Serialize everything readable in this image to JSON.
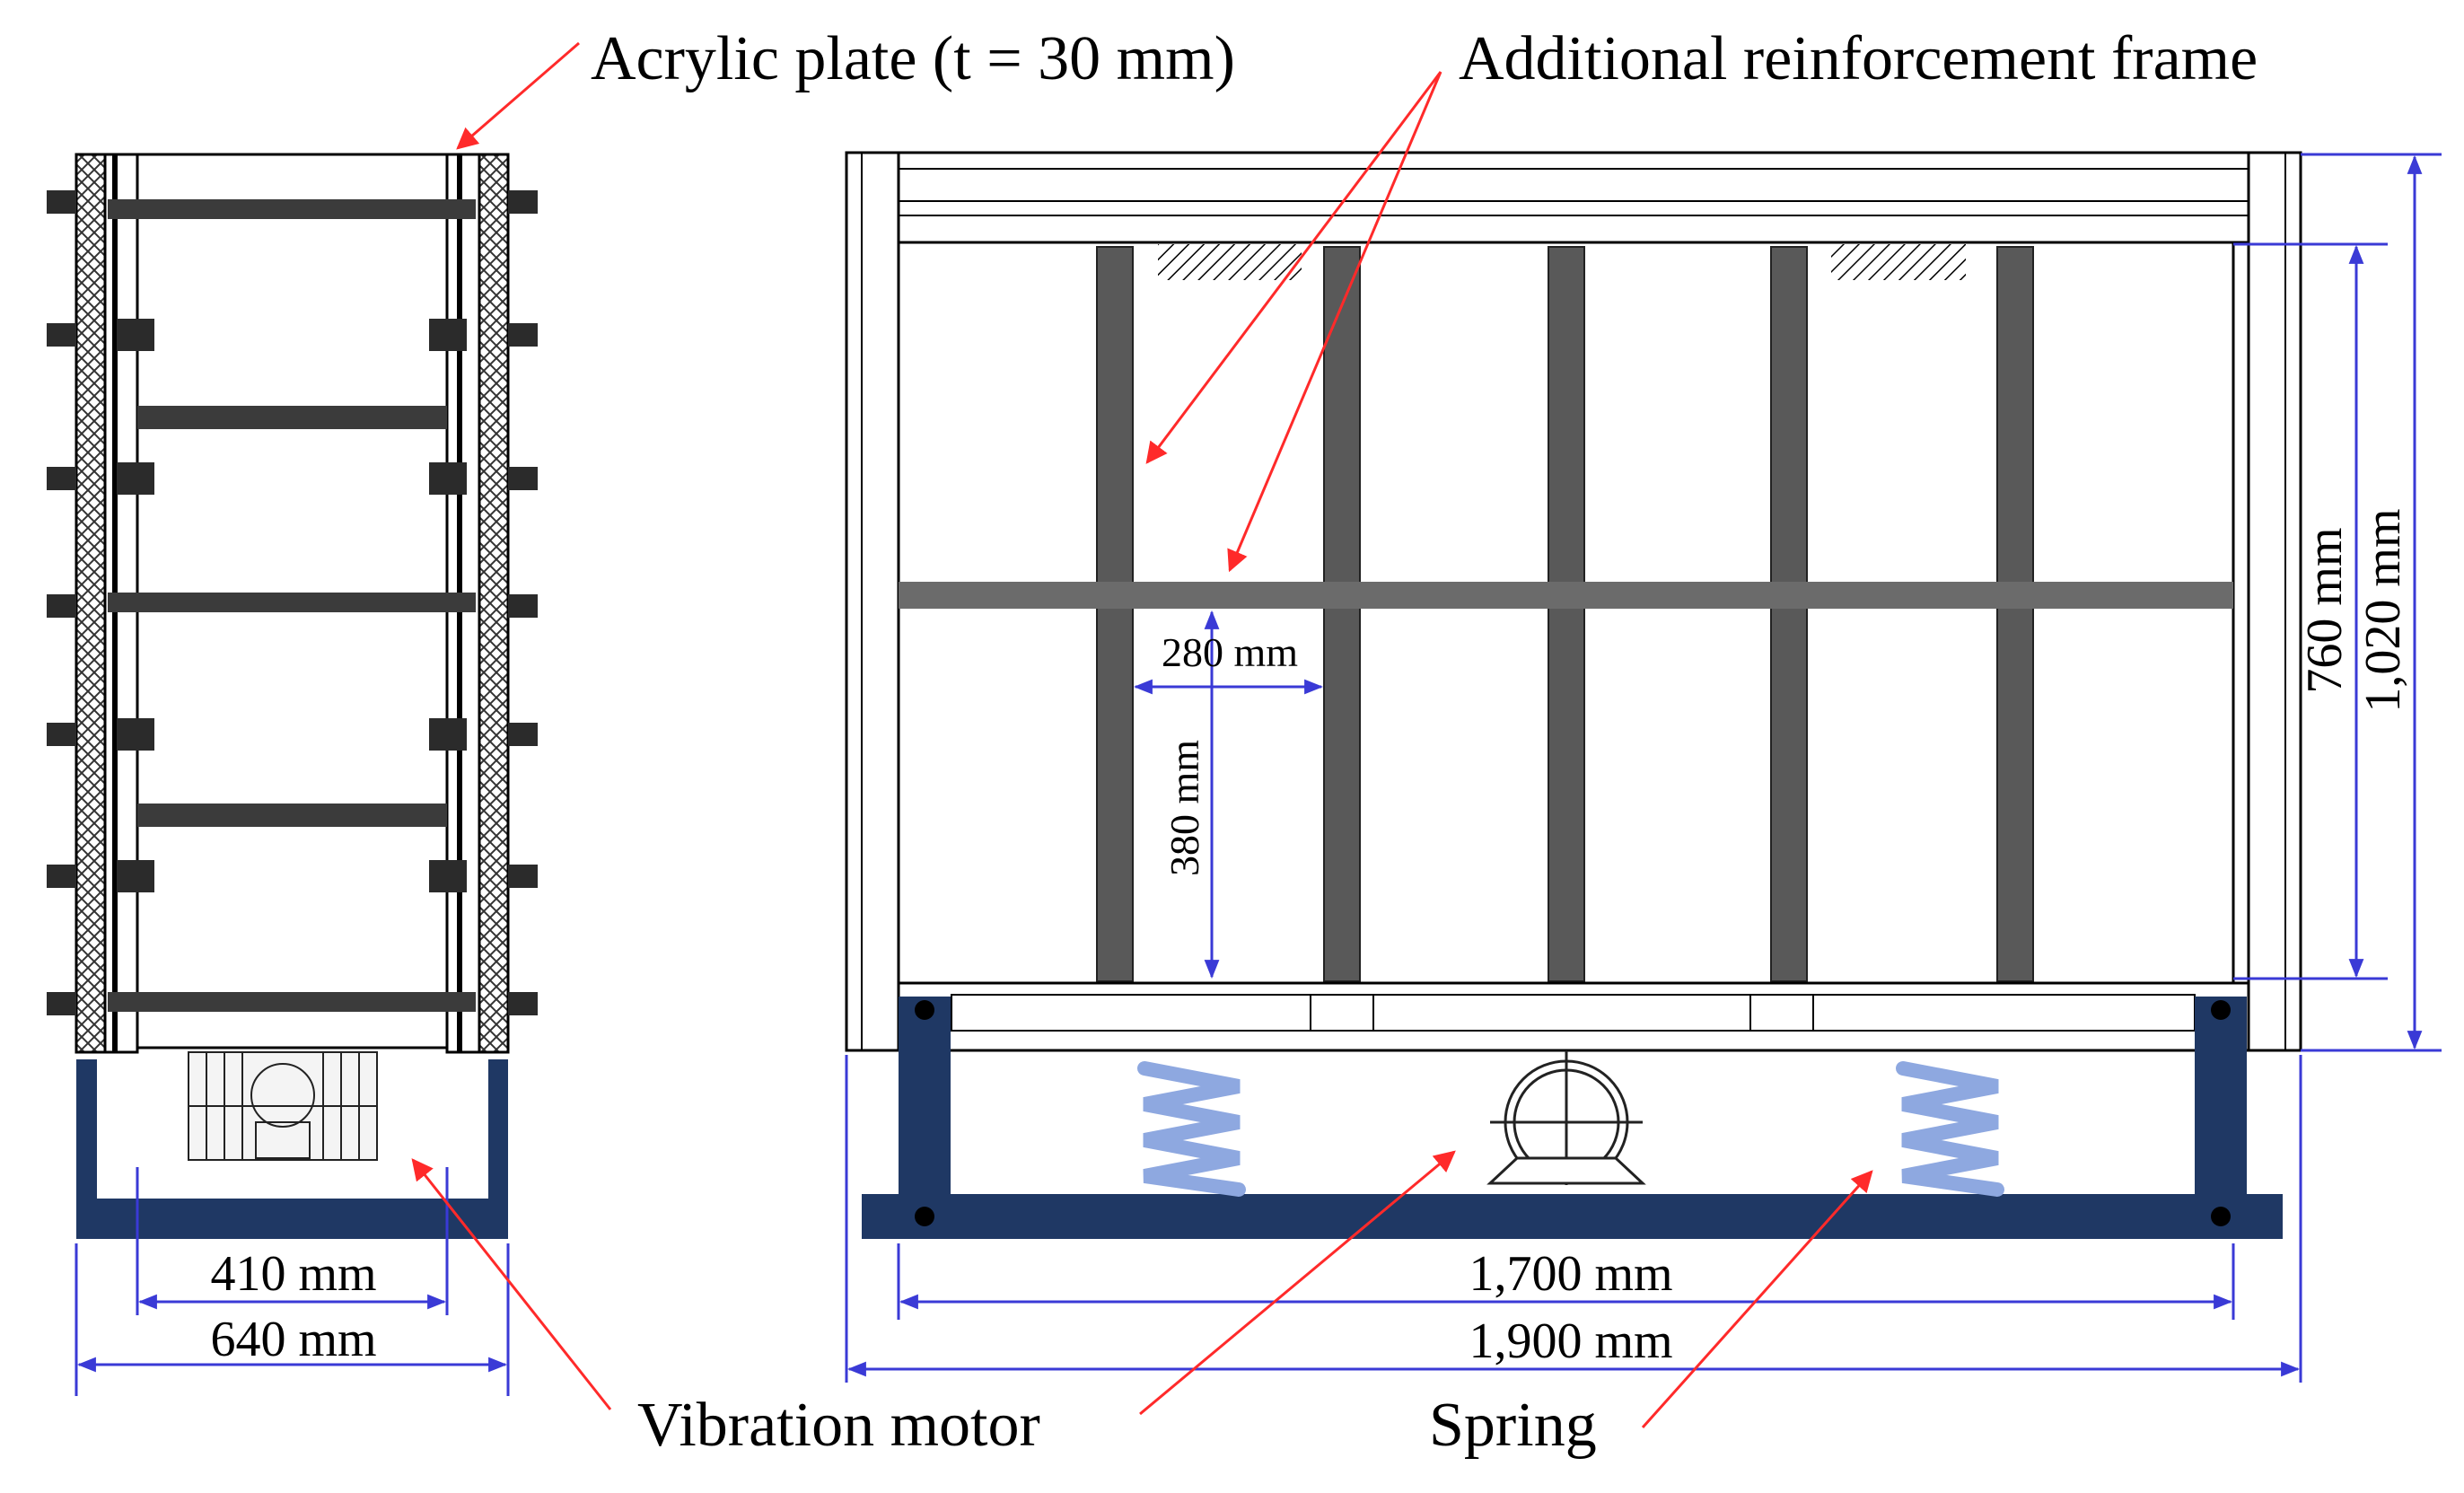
{
  "labels": {
    "acrylic_plate": "Acrylic plate (t = 30 mm)",
    "reinforcement_frame": "Additional reinforcement frame",
    "vibration_motor": "Vibration motor",
    "spring": "Spring"
  },
  "dimensions": {
    "inner_width_side": "410 mm",
    "outer_width_side": "640 mm",
    "inner_length_front": "1,700 mm",
    "outer_length_front": "1,900 mm",
    "inner_height": "760 mm",
    "outer_height": "1,020 mm",
    "panel_width": "280 mm",
    "panel_height": "380 mm"
  },
  "colors": {
    "base_frame": "#1f3864",
    "reinforcement": "#595959",
    "dimension_line": "#3a3ad6",
    "callout": "#ff2a2a",
    "spring": "#8ea8e0"
  }
}
